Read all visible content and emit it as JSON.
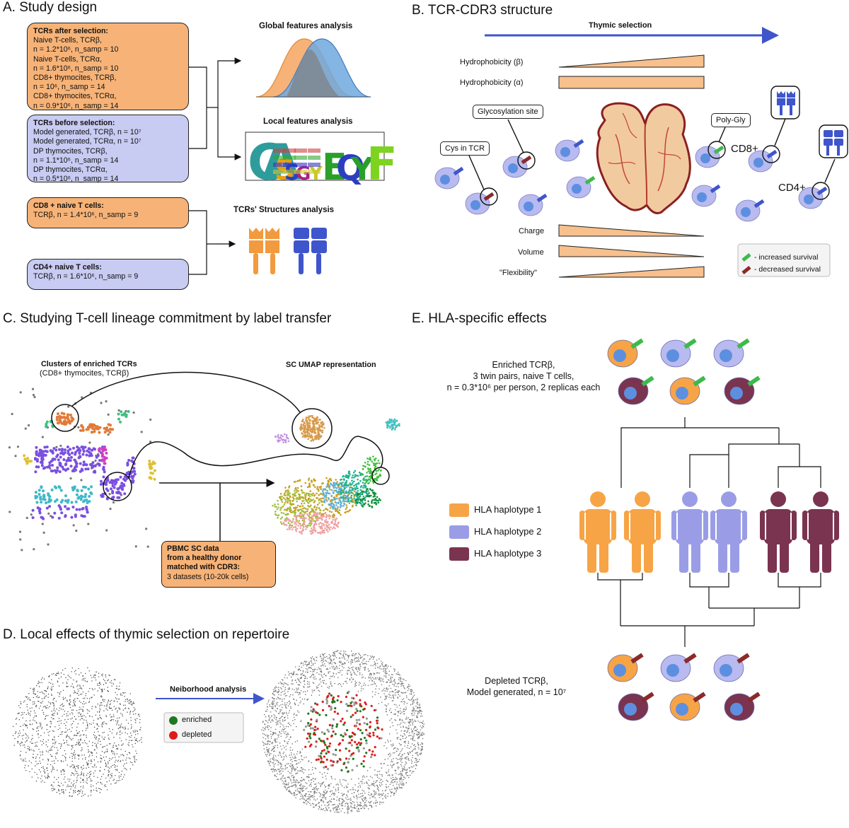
{
  "panels": {
    "A": {
      "title": "A. Study design",
      "box_after": {
        "heading": "TCRs after selection:",
        "lines": [
          "Naive T-cells, TCRβ,",
          "n = 1.2*10⁶, n_samp = 10",
          "Naive T-cells, TCRα,",
          "n = 1.6*10⁶, n_samp = 10",
          "CD8+ thymocites, TCRβ,",
          "n = 10⁶, n_samp = 14",
          "CD8+ thymocites, TCRα,",
          " n = 0.9*10⁶, n_samp = 14"
        ]
      },
      "box_before": {
        "heading": "TCRs before selection:",
        "lines": [
          "Model generated, TCRβ, n = 10⁷",
          "Model generated, TCRα, n = 10⁷",
          "DP thymocites, TCRβ,",
          "n = 1.1*10⁶, n_samp = 14",
          "DP thymocites, TCRα,",
          "n = 0.5*10⁶, n_samp = 14"
        ]
      },
      "box_cd8": {
        "heading": "CD8 + naive T cells:",
        "line": "TCRβ, n = 1.4*10⁶, n_samp = 9"
      },
      "box_cd4": {
        "heading": "CD4+ naive T cells:",
        "line": "TCRβ, n = 1.6*10⁶, n_samp = 9"
      },
      "global_label": "Global features analysis",
      "local_label": "Local features analysis",
      "struct_label": "TCRs' Structures analysis",
      "logo_letters": [
        "C",
        "A",
        "S",
        "S",
        "G",
        "Y",
        "E",
        "Q",
        "Y",
        "F"
      ]
    },
    "B": {
      "title": "B. TCR-CDR3 structure",
      "arrow_label": "Thymic selection",
      "hydro_beta": "Hydrophobicity (β)",
      "hydro_alpha": "Hydrophobicity (α)",
      "glyco": "Glycosylation site",
      "cys": "Cys in TCR",
      "polygly": "Poly-Gly",
      "cd8": "CD8+",
      "cd4": "CD4+",
      "charge": "Charge",
      "volume": "Volume",
      "flex": "\"Flexibility\"",
      "legend_increased": "- increased survival",
      "legend_decreased": "- decreased survival"
    },
    "C": {
      "title": "C. Studying T-cell lineage commitment by label transfer",
      "clusters_title": "Clusters of enriched TCRs",
      "clusters_sub": "(CD8+ thymocites, TCRβ)",
      "umap_title": "SC UMAP representation",
      "pbmc_lines": [
        "PBMC SC data",
        "from a healthy donor",
        "matched with CDR3:"
      ],
      "pbmc_last": "3 datasets (10-20k cells)"
    },
    "D": {
      "title": "D. Local effects of thymic selection on repertoire",
      "arrow_label": "Neiborhood analysis",
      "enriched": "enriched",
      "depleted": "depleted"
    },
    "E": {
      "title": "E. HLA-specific effects",
      "enriched_lines": [
        "Enriched TCRβ,",
        "3 twin pairs, naive T cells,"
      ],
      "enriched_last": "n = 0.3*10⁶ per person, 2 replicas each",
      "hla1": "HLA haplotype 1",
      "hla2": "HLA haplotype 2",
      "hla3": "HLA haplotype 3",
      "depleted_line1": "Depleted TCRβ,",
      "depleted_line2": "Model generated, n = 10⁷"
    }
  },
  "colors": {
    "orange": "#f7a446",
    "lavender": "#9a9de6",
    "plum": "#7a3450",
    "blue_arrow": "#3f55cc",
    "tcr_green": "#3dbb4a",
    "tcr_red": "#8b2a2a",
    "cell_body": "#b8baf0",
    "cell_nucleus": "#5d8fe0"
  }
}
